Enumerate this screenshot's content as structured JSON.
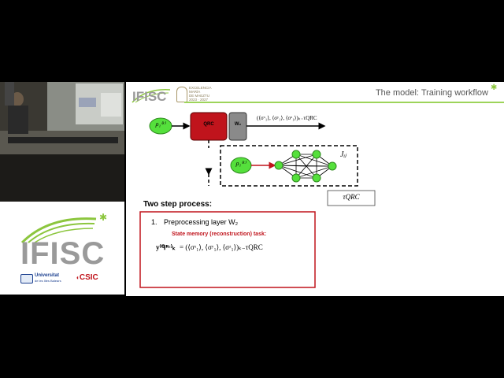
{
  "logo_panel": {
    "logo_text": "IFISC",
    "uib_name": "Universitat",
    "uib_sub": "de les Illes Balears",
    "csic_label": "CSIC"
  },
  "slide": {
    "header_logo": "IFISC",
    "maria_line1": "EXCELENCIA",
    "maria_line2": "MARÍA",
    "maria_line3": "DE MAEZTU",
    "maria_line4": "2023 · 2027",
    "title": "The model: Training workflow",
    "qrc_label": "QRC",
    "w2_label": "W₂",
    "input_label": "ρ₁⁽ᵏ⁾",
    "feedback_label": "ρ₁⁽ᵏ⁾",
    "output_label": "(⟨σˣ₁⟩, ⟨σʸ₁⟩, ⟨σᶻ₁⟩)ₖ₋τQRC",
    "coupling_label": "Jᵢⱼ",
    "tau_label": "τQRC",
    "section_heading": "Two step process:",
    "step_number": "1.",
    "step_title": "Preprocessing layer W₂",
    "task_label": "State memory (reconstruction) task:",
    "formula_lhs": "y⁽ᑫᴿᶜ⁾ₖ",
    "formula_rhs": "= (⟨σˣ₁⟩, ⟨σʸ₁⟩, ⟨σᶻ₁⟩)ₖ₋τQRC"
  },
  "colors": {
    "accent_green": "#8cc63e",
    "qrc_red": "#c0141c",
    "node_green": "#55e03c",
    "box_red": "#c0141c"
  }
}
